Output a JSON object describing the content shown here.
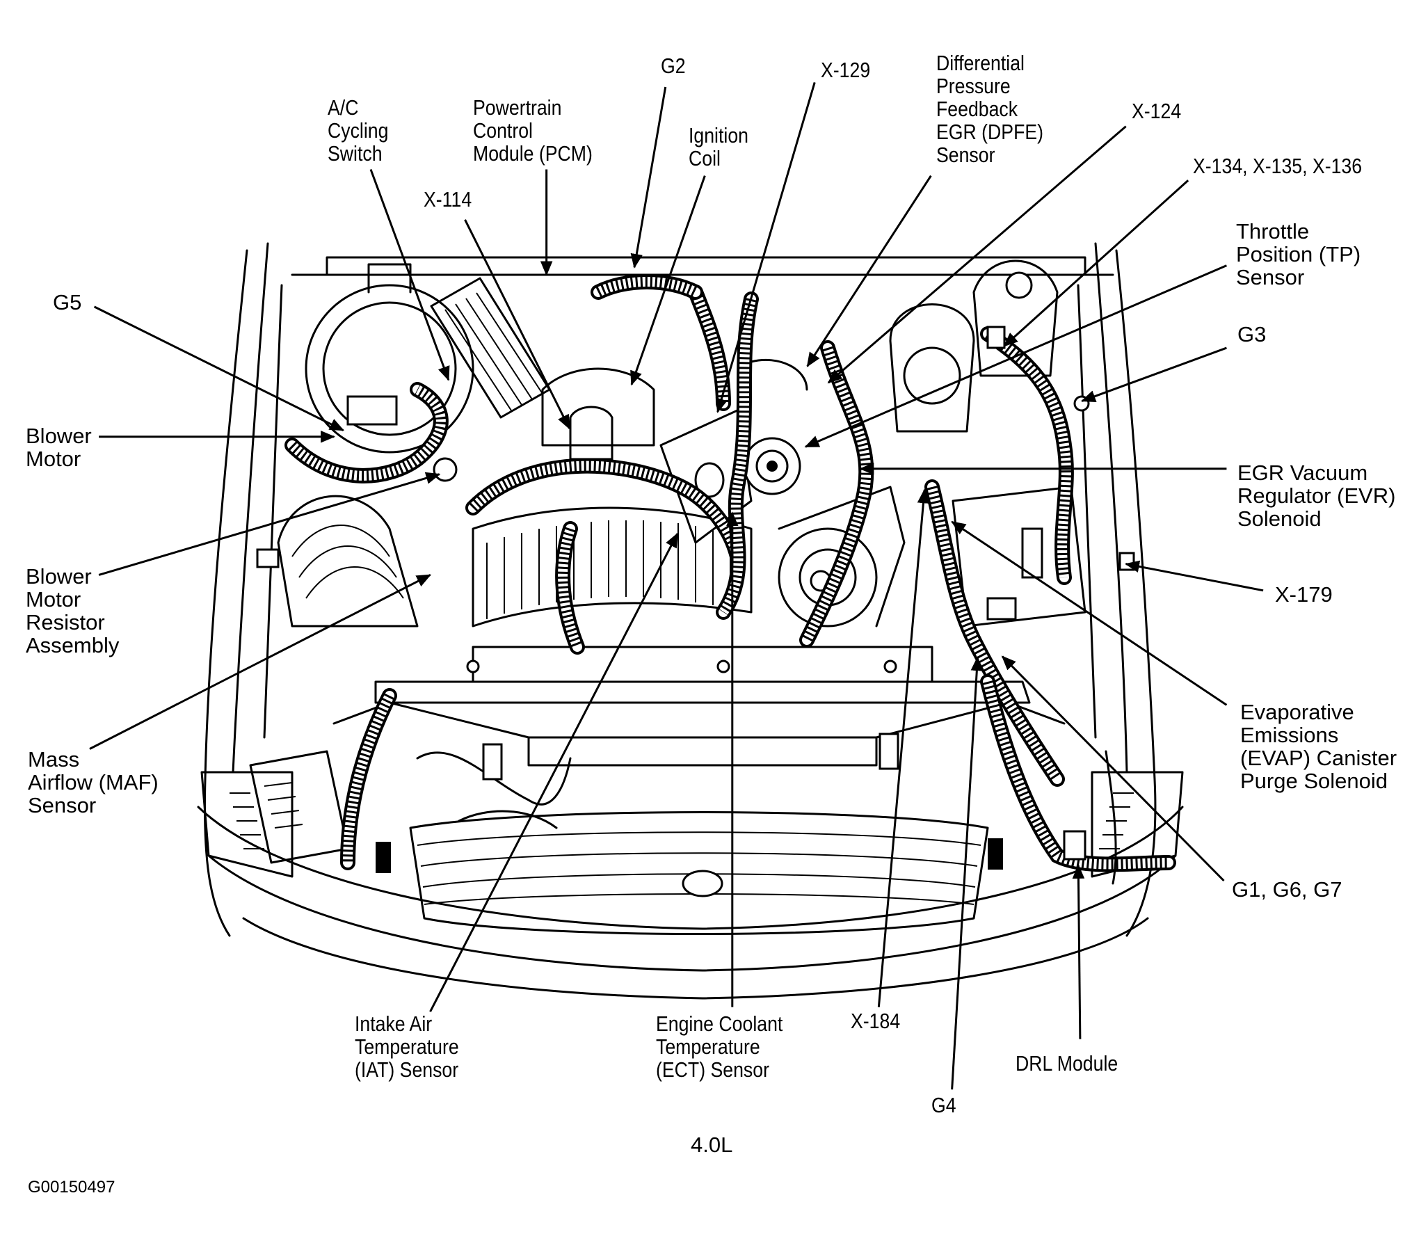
{
  "figure": {
    "engine_caption": "4.0L",
    "figure_id": "G00150497"
  },
  "labels": [
    {
      "id": "ac-cycling-switch",
      "text": "A/C\nCycling\nSwitch"
    },
    {
      "id": "pcm",
      "text": "Powertrain\nControl\nModule (PCM)"
    },
    {
      "id": "g2",
      "text": "G2"
    },
    {
      "id": "ignition-coil",
      "text": "Ignition\nCoil"
    },
    {
      "id": "x-114",
      "text": "X-114"
    },
    {
      "id": "x-129",
      "text": "X-129"
    },
    {
      "id": "dpfe-sensor",
      "text": "Differential\nPressure\nFeedback\nEGR (DPFE)\nSensor"
    },
    {
      "id": "x-124",
      "text": "X-124"
    },
    {
      "id": "x-134-135-136",
      "text": "X-134, X-135, X-136"
    },
    {
      "id": "tp-sensor",
      "text": "Throttle\nPosition (TP)\nSensor"
    },
    {
      "id": "g3",
      "text": "G3"
    },
    {
      "id": "evr-solenoid",
      "text": "EGR Vacuum\nRegulator (EVR)\nSolenoid"
    },
    {
      "id": "x-179",
      "text": "X-179"
    },
    {
      "id": "evap-purge-solenoid",
      "text": "Evaporative\nEmissions\n(EVAP) Canister\nPurge Solenoid"
    },
    {
      "id": "g1-g6-g7",
      "text": "G1, G6, G7"
    },
    {
      "id": "g5",
      "text": "G5"
    },
    {
      "id": "blower-motor",
      "text": "Blower\nMotor"
    },
    {
      "id": "blower-motor-resistor",
      "text": "Blower\nMotor\nResistor\nAssembly"
    },
    {
      "id": "maf-sensor",
      "text": "Mass\nAirflow (MAF)\nSensor"
    },
    {
      "id": "iat-sensor",
      "text": "Intake Air\nTemperature\n(IAT) Sensor"
    },
    {
      "id": "ect-sensor",
      "text": "Engine Coolant\nTemperature\n(ECT) Sensor"
    },
    {
      "id": "x-184",
      "text": "X-184"
    },
    {
      "id": "g4",
      "text": "G4"
    },
    {
      "id": "drl-module",
      "text": "DRL Module"
    }
  ]
}
